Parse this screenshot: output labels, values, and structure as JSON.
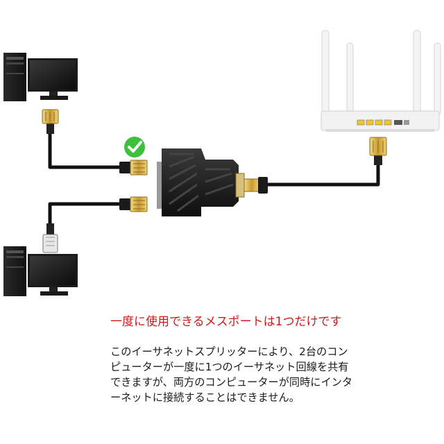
{
  "headline": "一度に使用できるメスポートは1つだけです",
  "description_lines": [
    "このイーサネットスプリッターにより、2台のコン",
    "ピューターが一度に1つのイーサネット回線を共有",
    "できますが、両方のコンピューターが同時にインタ",
    "ーネットに接続することはできません。"
  ],
  "colors": {
    "headline": "#cc1a1a",
    "text": "#1a1a1a",
    "check": "#3cc13c",
    "cable": "#111111",
    "plug_gold": "#d8b24a",
    "router_body": "#f2f2f2"
  },
  "icons": [
    "desktop-computer-icon",
    "router-icon",
    "ethernet-splitter-icon",
    "rj45-plug-icon",
    "check-icon"
  ]
}
